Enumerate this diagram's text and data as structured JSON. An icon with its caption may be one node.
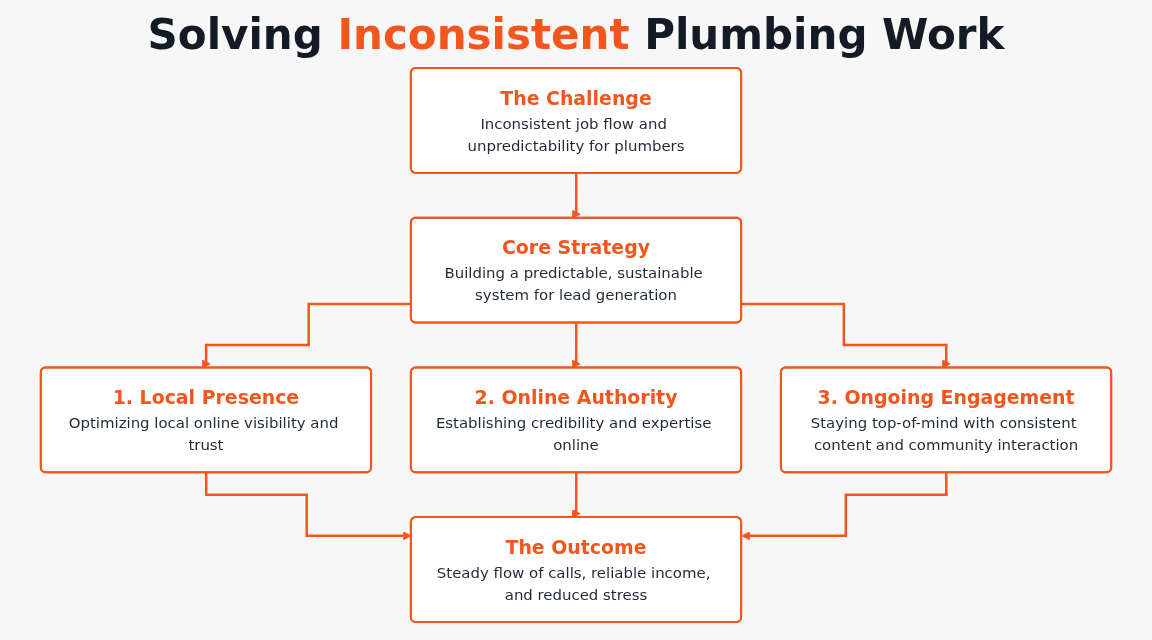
{
  "diagram": {
    "title": "Solving Inconsistent Plumbing Work",
    "nodes": [
      {
        "text": [
          "The Challenge",
          "Inconsistent job flow and unpredictability for plumbers"
        ]
      },
      {
        "text": [
          "Core Strategy",
          "Building a predictable, sustainable system for lead generation"
        ]
      },
      {
        "text": [
          "1. Local Presence",
          "Optimizing local online visibility and trust"
        ]
      },
      {
        "text": [
          "2. Online Authority",
          "Establishing credibility and expertise online"
        ]
      },
      {
        "text": [
          "3. Ongoing Engagement",
          "Staying top-of-mind with consistent content and community interaction"
        ]
      },
      {
        "text": [
          "The Outcome",
          "Steady flow of calls, reliable income, and reduced stress"
        ]
      }
    ],
    "edges": [
      {
        "from": 0,
        "to": 1,
        "arrow": "to"
      },
      {
        "from": 1,
        "to": 2,
        "arrow": "to"
      },
      {
        "from": 1,
        "to": 3,
        "arrow": "to"
      },
      {
        "from": 1,
        "to": 4,
        "arrow": "to"
      },
      {
        "from": 2,
        "to": 5,
        "arrow": "to"
      },
      {
        "from": 3,
        "to": 5,
        "arrow": "to"
      },
      {
        "from": 4,
        "to": 5,
        "arrow": "to"
      }
    ]
  }
}
